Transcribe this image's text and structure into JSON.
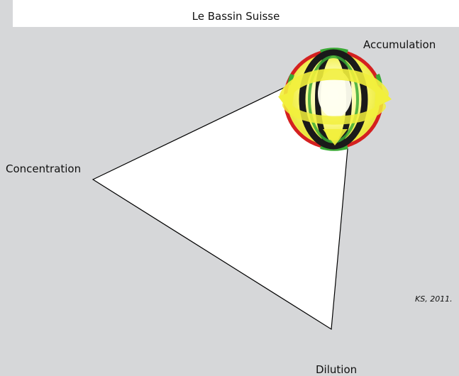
{
  "title": "Le Bassin Suisse",
  "vertices": {
    "top": "Accumulation",
    "left": "Concentration",
    "bottom": "Dilution"
  },
  "credit": "KS, 2011.",
  "colors": {
    "background": "#d6d7d9",
    "triangle_fill": "#ffffff",
    "sphere_glow": "#f2f24a",
    "sphere_core": "#ffffe0",
    "meridians": "#1a1a1a",
    "ring_red": "#d42020",
    "ring_green": "#3aa935"
  },
  "icons": [
    "globe-sphere-icon"
  ]
}
